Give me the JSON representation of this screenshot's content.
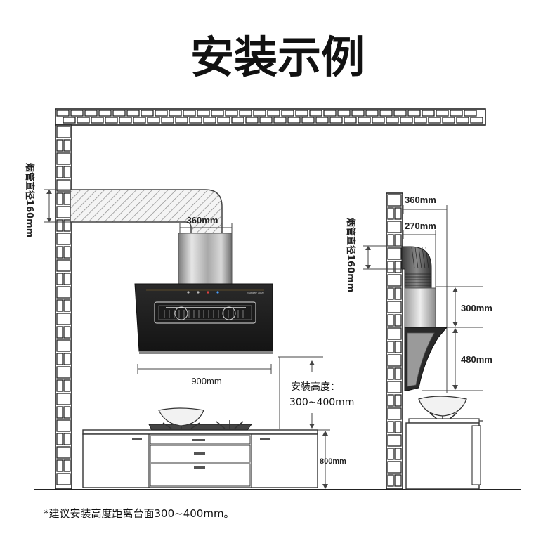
{
  "title": "安装示例",
  "diagram": {
    "left_pipe_diameter": {
      "label": "烟管",
      "label2": "直径",
      "value": "160mm"
    },
    "left_hood_top_width": "360mm",
    "left_hood_width": "900mm",
    "install_height": {
      "label": "安装高度：",
      "value": "300~400mm"
    },
    "counter_height": "800mm",
    "right_pipe_diameter": {
      "label": "烟管",
      "label2": "直径",
      "value": "160mm"
    },
    "right_depth_outer": "360mm",
    "right_depth_inner": "270mm",
    "right_upper_height": "300mm",
    "right_lower_height": "480mm",
    "hood_brand_text": "Sunday 7000"
  },
  "footnote": "*建议安装高度距离台面300~400mm。"
}
